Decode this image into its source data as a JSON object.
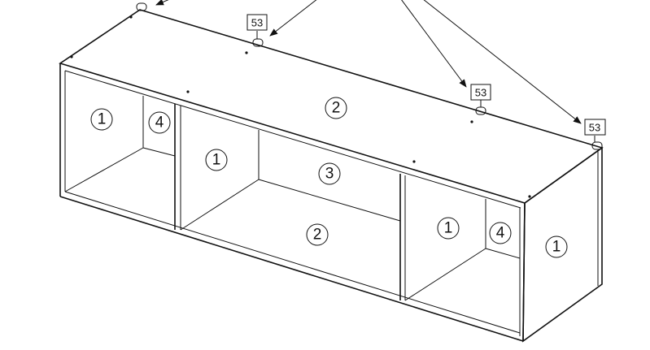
{
  "diagram": {
    "part_labels": [
      {
        "id": "p1a",
        "text": "1"
      },
      {
        "id": "p4a",
        "text": "4"
      },
      {
        "id": "p2a",
        "text": "2"
      },
      {
        "id": "p1b",
        "text": "1"
      },
      {
        "id": "p3",
        "text": "3"
      },
      {
        "id": "p2b",
        "text": "2"
      },
      {
        "id": "p1c",
        "text": "1"
      },
      {
        "id": "p4b",
        "text": "4"
      },
      {
        "id": "p1d",
        "text": "1"
      }
    ],
    "hardware_tags": [
      "53",
      "53",
      "53"
    ]
  }
}
